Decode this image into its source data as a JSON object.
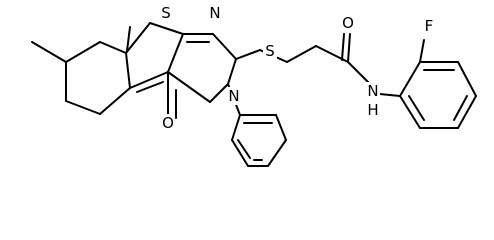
{
  "molecule": {
    "atoms": [
      {
        "id": "S_thio",
        "label": "S"
      },
      {
        "id": "N_pyr",
        "label": "N"
      },
      {
        "id": "S_link",
        "label": "S"
      },
      {
        "id": "O_amide",
        "label": "O"
      },
      {
        "id": "N_amide",
        "label": "N"
      },
      {
        "id": "H_amide",
        "label": "H"
      },
      {
        "id": "N_ring",
        "label": "N"
      },
      {
        "id": "O_keto",
        "label": "O"
      },
      {
        "id": "F",
        "label": "F"
      }
    ],
    "colors": {
      "bond": "#000000",
      "text": "#000000",
      "background": "#ffffff"
    }
  }
}
